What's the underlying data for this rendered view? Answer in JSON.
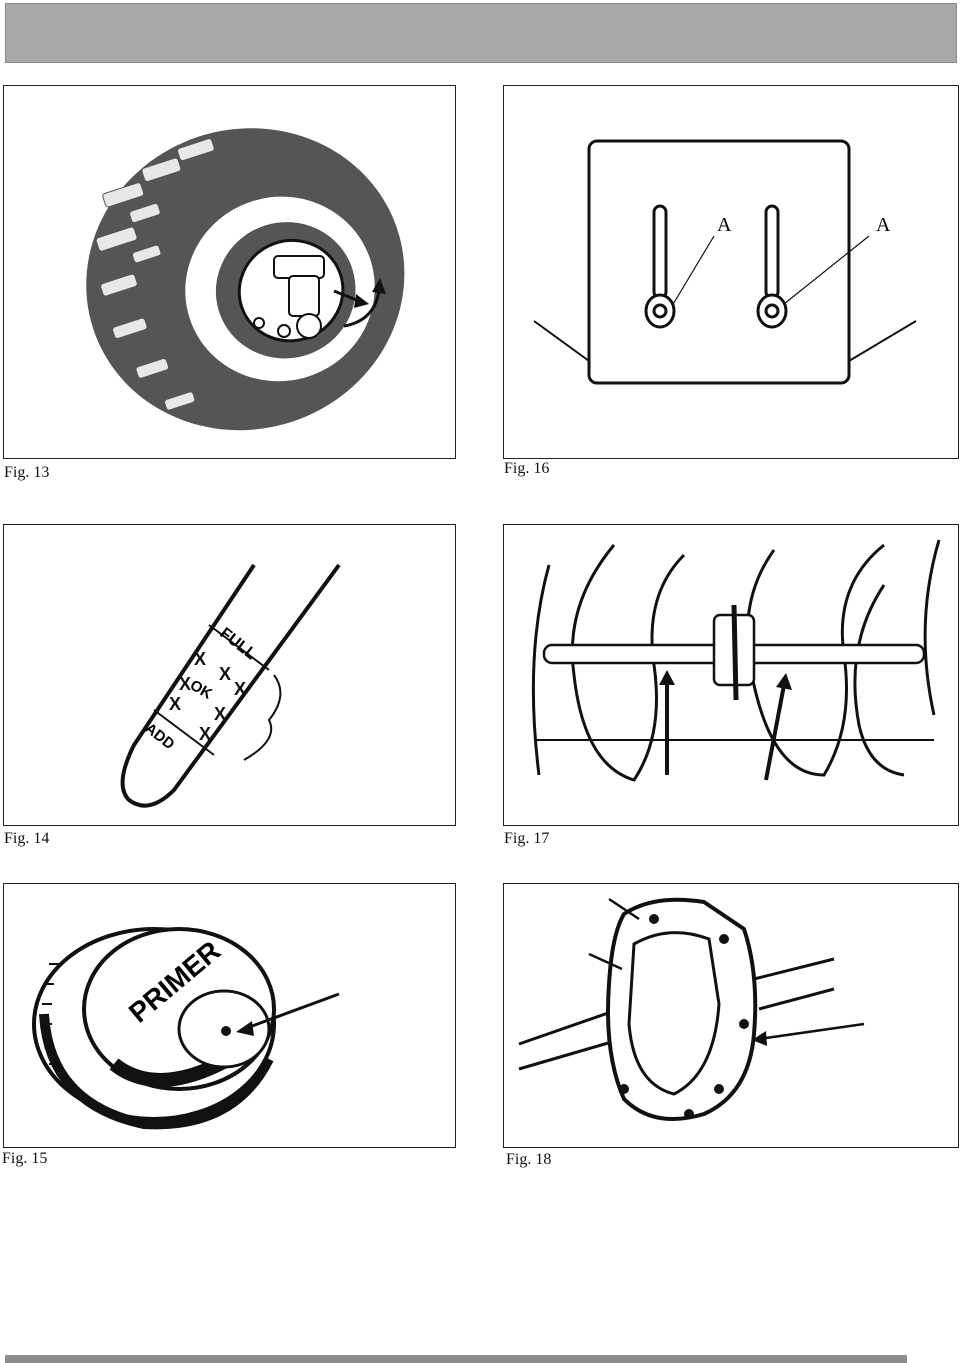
{
  "figures": {
    "fig13": {
      "caption": "Fig. 13"
    },
    "fig14": {
      "caption": "Fig. 14",
      "labels": {
        "full": "FULL",
        "ok": "OK",
        "add": "ADD"
      }
    },
    "fig15": {
      "caption": "Fig. 15",
      "labels": {
        "primer": "PRIMER"
      }
    },
    "fig16": {
      "caption": "Fig. 16",
      "labels": {
        "a_left": "A",
        "a_right": "A"
      }
    },
    "fig17": {
      "caption": "Fig. 17"
    },
    "fig18": {
      "caption": "Fig. 18"
    }
  },
  "colors": {
    "header": "#a8a8a8",
    "footer": "#8c8c8c",
    "tire": "#555555",
    "ink": "#111111"
  }
}
